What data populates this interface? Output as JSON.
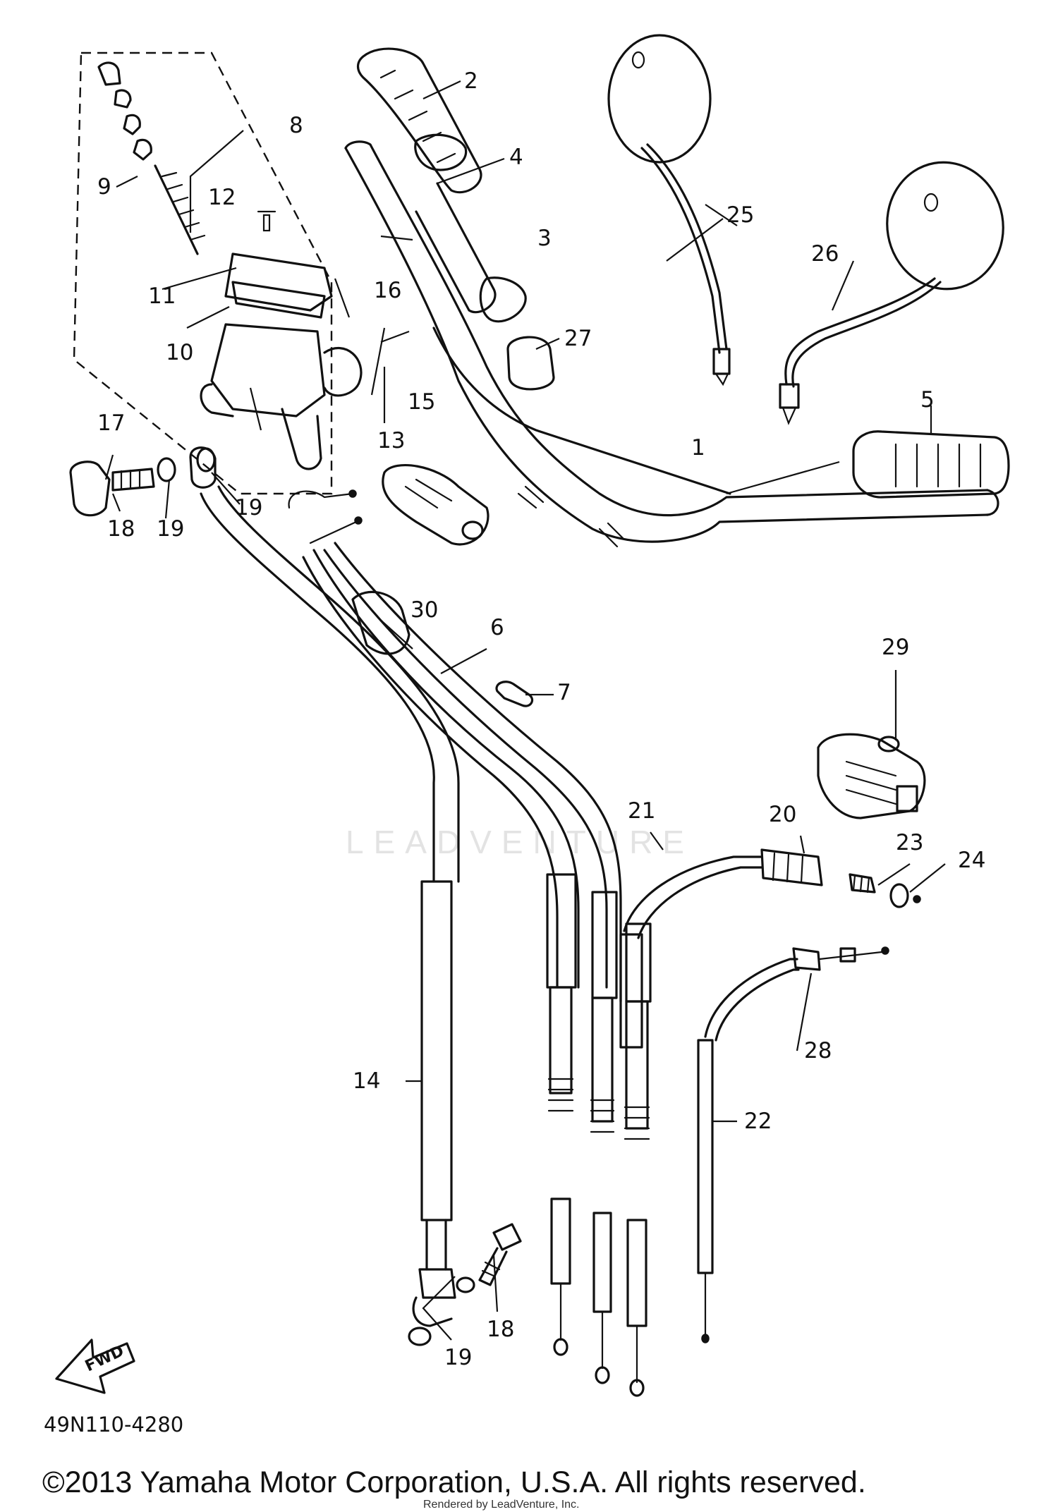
{
  "diagram": {
    "code": "49N110-4280",
    "copyright": "©2013 Yamaha Motor Corporation, U.S.A. All rights reserved.",
    "rendered_by": "Rendered by LeadVenture, Inc.",
    "watermark": "LEADVENTURE",
    "fwd_label": "FWD",
    "callouts": {
      "c1": "1",
      "c2": "2",
      "c3": "3",
      "c4": "4",
      "c5": "5",
      "c6": "6",
      "c7": "7",
      "c8": "8",
      "c9": "9",
      "c10": "10",
      "c11": "11",
      "c12": "12",
      "c13": "13",
      "c14": "14",
      "c15": "15",
      "c16": "16",
      "c17": "17",
      "c18a": "18",
      "c18b": "18",
      "c19a": "19",
      "c19b": "19",
      "c19c": "19",
      "c20": "20",
      "c21": "21",
      "c22": "22",
      "c23": "23",
      "c24": "24",
      "c25": "25",
      "c26": "26",
      "c27": "27",
      "c28": "28",
      "c29": "29",
      "c30": "30"
    }
  }
}
